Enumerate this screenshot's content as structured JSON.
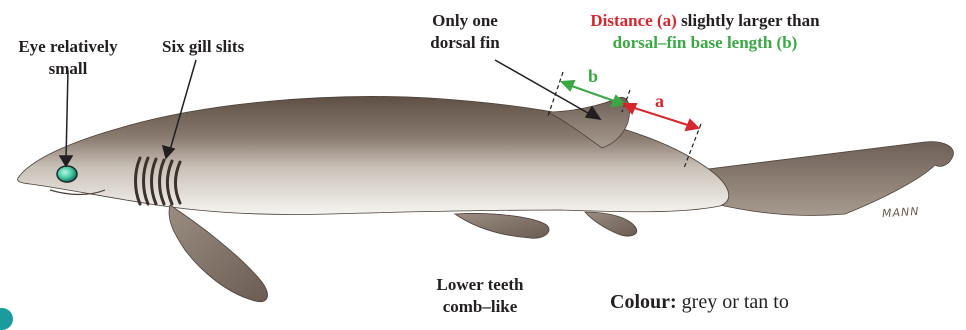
{
  "annotations": {
    "eye": {
      "line1": "Eye relatively",
      "line2": "small"
    },
    "gills": {
      "text": "Six gill slits"
    },
    "dorsal": {
      "line1": "Only one",
      "line2": "dorsal fin"
    },
    "distance": {
      "part_a_red": "Distance (a)",
      "part_a_rest": " slightly larger than",
      "part_b": "dorsal–fin base length (b)"
    },
    "teeth": {
      "line1": "Lower teeth",
      "line2": "comb–like"
    },
    "colour": {
      "label": "Colour:",
      "text": " grey or tan to"
    }
  },
  "measure": {
    "a": "a",
    "b": "b"
  },
  "signature": "MANN",
  "colors": {
    "red": "#d7262b",
    "green": "#3aa843",
    "text": "#231f20",
    "body_dark": "#6e5e52",
    "body_light": "#f4f1ec",
    "eye": "#3fc9a0",
    "dot": "#1a9c9f"
  }
}
